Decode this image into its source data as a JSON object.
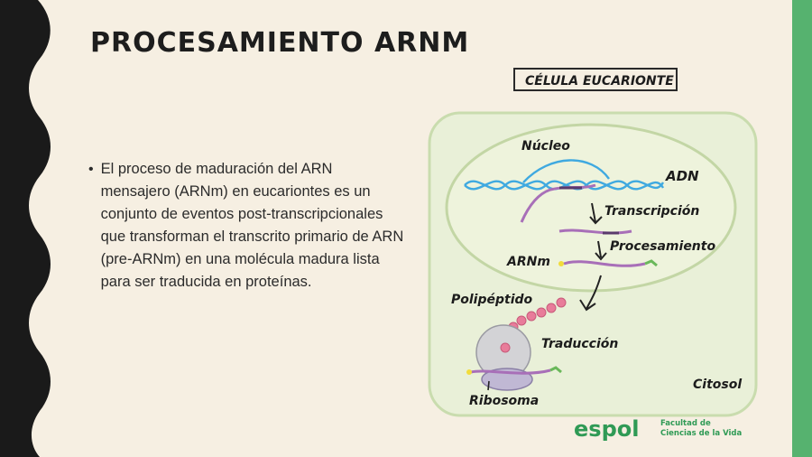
{
  "slide": {
    "title": "PROCESAMIENTO ARNM",
    "bullet": "El proceso de maduración del ARN mensajero (ARNm) en eucariontes es un conjunto de eventos post-transcripcionales que transforman el transcrito primario de ARN (pre-ARNm) en una molécula madura lista para ser traducida en proteínas."
  },
  "diagram": {
    "cell_label": "CÉLULA EUCARIONTE",
    "nucleus_label": "Núcleo",
    "dna_label": "ADN",
    "transcription_label": "Transcripción",
    "processing_label": "Procesamiento",
    "mrna_label": "ARNm",
    "polypeptide_label": "Polipéptido",
    "translation_label": "Traducción",
    "ribosome_label": "Ribosoma",
    "cytosol_label": "Citosol"
  },
  "logo": {
    "brand": "espol",
    "line1": "Facultad de",
    "line2": "Ciencias de la Vida"
  },
  "colors": {
    "background": "#f6efe2",
    "left_band": "#1a1a1a",
    "right_bar": "#56b26f",
    "cell_fill": "#e9f0d8",
    "dna": "#3fa9e0",
    "rna": "#a86fb8",
    "polypeptide": "#e87c9a"
  }
}
